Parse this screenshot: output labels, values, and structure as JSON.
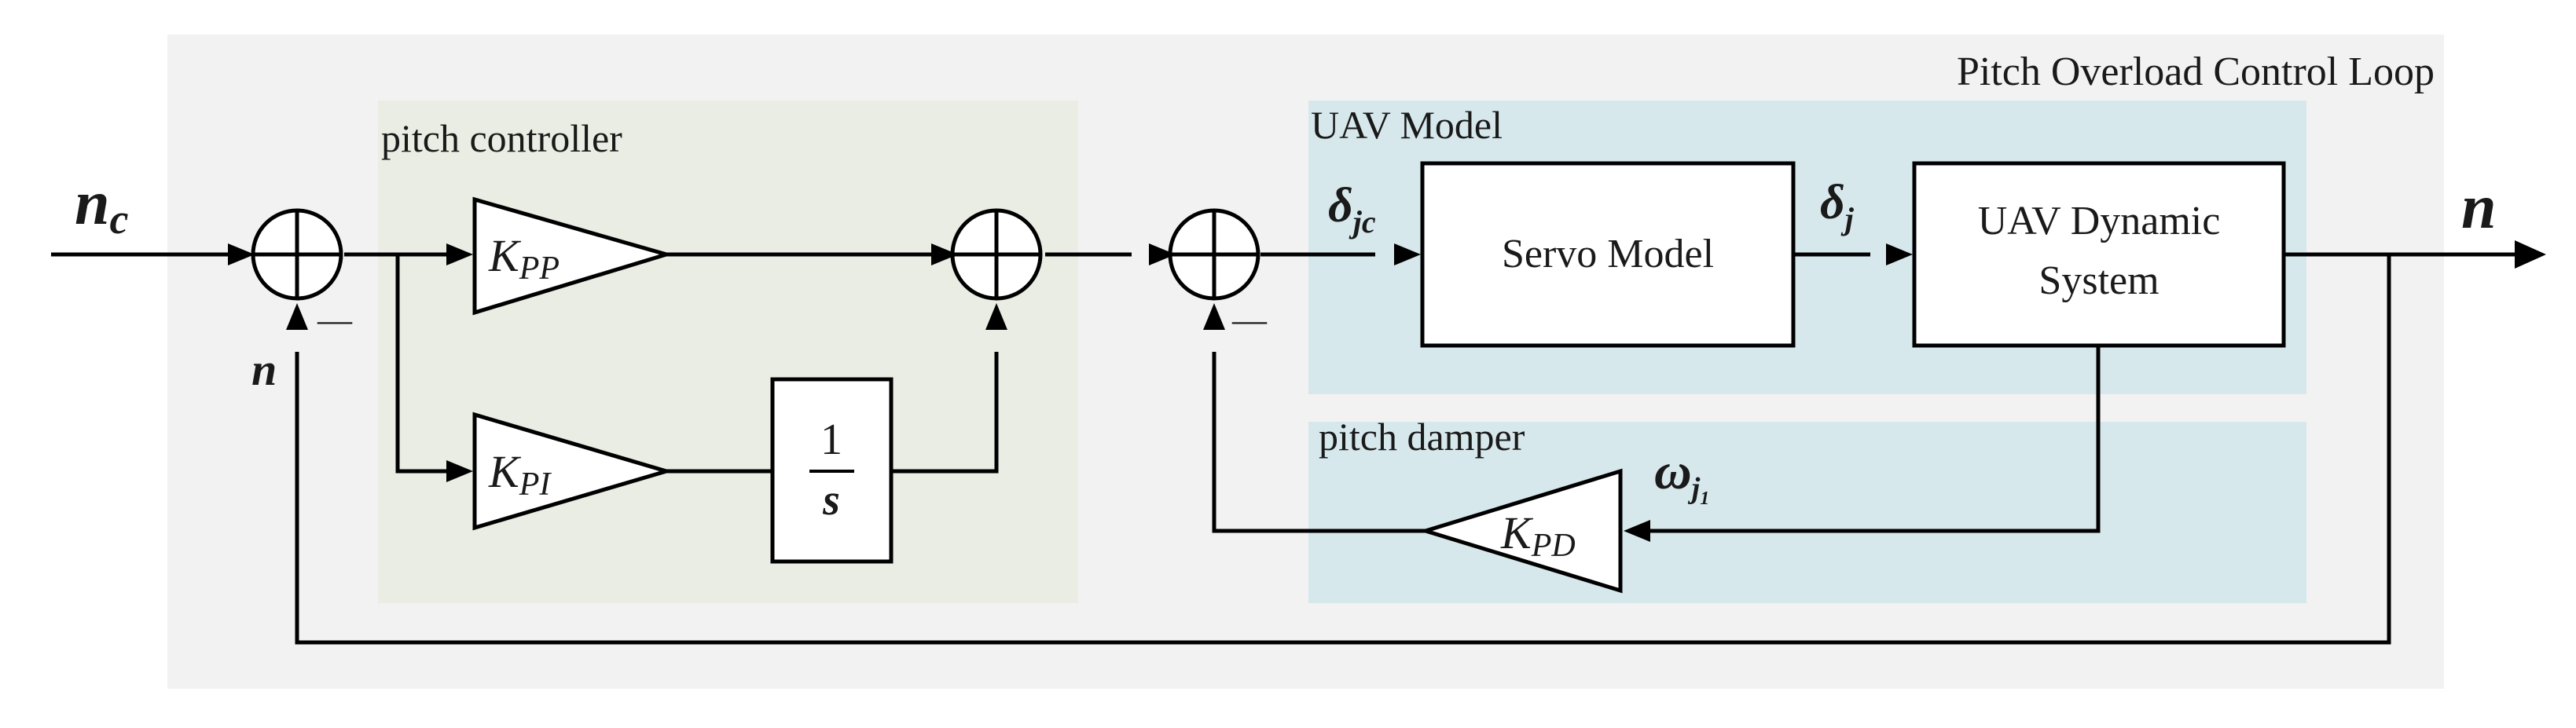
{
  "title": "Pitch Overload Control Loop",
  "colors": {
    "outer_bg": "#f2f2f2",
    "controller_bg": "#eaede3",
    "model_bg": "#d7e8ed",
    "line": "#000000"
  },
  "regions": {
    "controller": "pitch controller",
    "model": "UAV Model",
    "damper": "pitch damper"
  },
  "blocks": {
    "servo": "Servo Model",
    "uav_line1": "UAV Dynamic",
    "uav_line2": "System",
    "integrator_num": "1",
    "integrator_den": "s"
  },
  "gains": {
    "kpp_base": "K",
    "kpp_sub": "PP",
    "kpi_base": "K",
    "kpi_sub": "PI",
    "kpd_base": "K",
    "kpd_sub": "PD"
  },
  "signals": {
    "input_base": "n",
    "input_sub": "c",
    "output": "n",
    "feedback": "n",
    "minus": "—",
    "delta_jc_base": "δ",
    "delta_jc_sub": "jc",
    "delta_j_base": "δ",
    "delta_j_sub": "j",
    "omega_base": "ω",
    "omega_sub": "j",
    "omega_subsub": "1"
  }
}
